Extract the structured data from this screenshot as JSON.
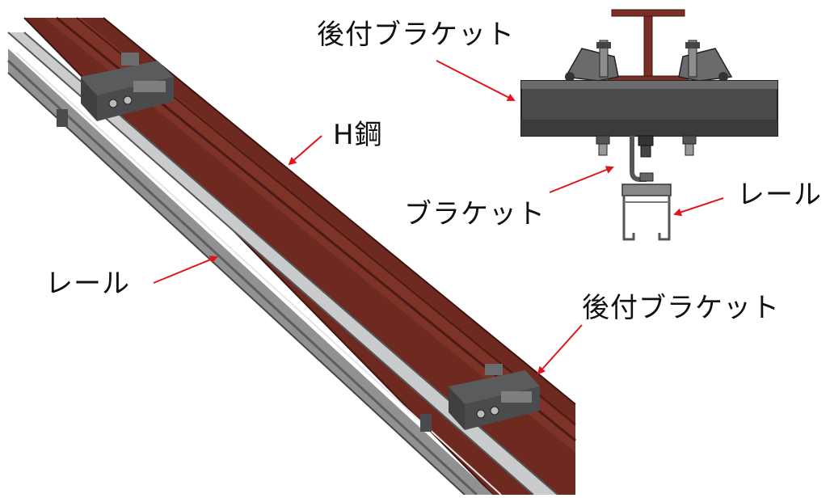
{
  "labels": {
    "rear_bracket_top": "後付ブラケット",
    "h_beam": "H鋼",
    "bracket": "ブラケット",
    "rail_right": "レール",
    "rail_left": "レール",
    "rear_bracket_bottom": "後付ブラケット"
  },
  "colors": {
    "h_beam": "#6e2a21",
    "h_beam_dark": "#4a1a14",
    "h_beam_light": "#8a3a2e",
    "rail": "#c9cbcc",
    "rail_dark": "#5c5e60",
    "bracket": "#4a4b4d",
    "arrow": "#e0141b"
  }
}
